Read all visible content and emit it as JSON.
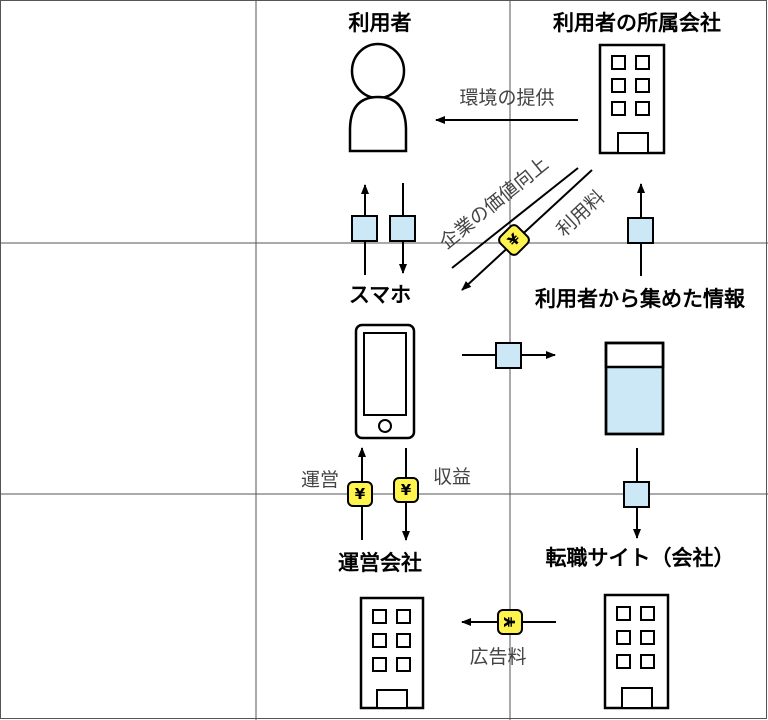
{
  "colors": {
    "accent_blue": "#cce8f6",
    "yen_yellow": "#fff34d",
    "line": "#000000"
  },
  "nodes": {
    "user": "利用者",
    "user_company": "利用者の所属会社",
    "smartphone": "スマホ",
    "collected_info": "利用者から集めた情報",
    "operator": "運営会社",
    "job_site": "転職サイト（会社）"
  },
  "flows": {
    "environment": "環境の提供",
    "value_up": "企業の価値向上",
    "usage_fee": "利用料",
    "operation": "運営",
    "revenue": "収益",
    "ad_fee": "広告料"
  },
  "icons": {
    "yen_symbol": "¥"
  }
}
